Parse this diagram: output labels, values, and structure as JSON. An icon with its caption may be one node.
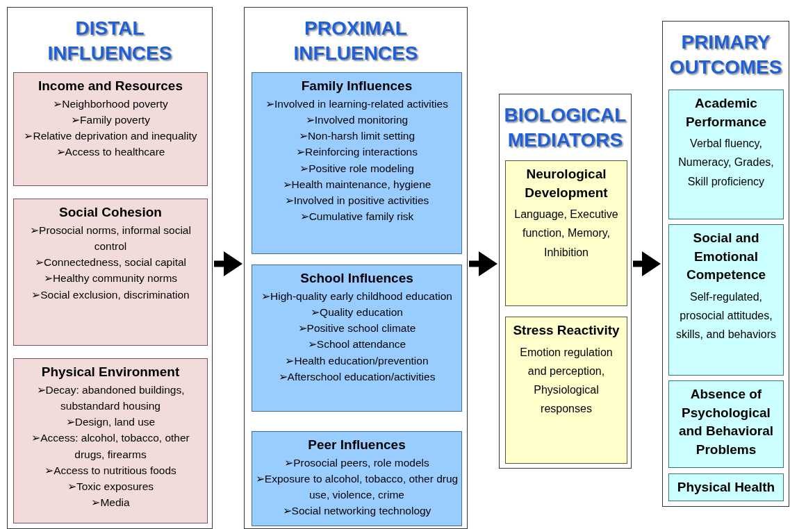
{
  "diagram": {
    "nodes": [
      {
        "text": [
          "DISTAL INFLUENCES"
        ]
      },
      {
        "text": [
          "Income and Resources",
          "➢Neighborhood poverty",
          "➢Family poverty",
          "➢Relative deprivation and inequality",
          "➢Access to healthcare"
        ],
        "in": 0
      },
      {
        "text": [
          "Social Cohesion",
          "➢Prosocial norms, informal social control",
          "➢Connectedness, social capital",
          "➢Healthy community norms",
          "➢Social exclusion, discrimination"
        ],
        "in": 0
      },
      {
        "text": [
          "Physical Environment",
          "➢Decay: abandoned buildings, substandard housing",
          "➢Design, land use",
          "➢Access: alcohol, tobacco, other drugs, firearms",
          "➢Access to nutritious foods",
          "➢Toxic exposures",
          "➢Media"
        ],
        "in": 0
      },
      {
        "text": [
          "PROXIMAL INFLUENCES"
        ]
      },
      {
        "text": [
          "Family Influences",
          "➢Involved in learning-related activities",
          "➢Involved monitoring",
          "➢Non-harsh limit setting",
          "➢Reinforcing interactions",
          "➢Positive role modeling",
          "➢Health maintenance, hygiene",
          "➢Involved in positive activities",
          "➢Cumulative family risk"
        ],
        "in": 4
      },
      {
        "text": [
          "School Influences",
          "➢High-quality early childhood education",
          "➢Quality education",
          "➢Positive school climate",
          "➢School attendance",
          "➢Health education/prevention",
          "➢Afterschool education/activities"
        ],
        "in": 4
      },
      {
        "text": [
          "Peer Influences",
          "➢Prosocial peers, role models",
          "➢Exposure to alcohol, tobacco, other drug use, violence, crime",
          "➢Social networking technology"
        ],
        "in": 4
      },
      {
        "text": [
          "BIOLOGICAL MEDIATORS"
        ]
      },
      {
        "text": [
          "Neurological Development",
          "Language, Executive function, Memory, Inhibition"
        ],
        "in": 8
      },
      {
        "text": [
          "Stress Reactivity",
          "Emotion regulation and perception, Physiological responses"
        ],
        "in": 8
      },
      {
        "text": [
          "PRIMARY OUTCOMES"
        ]
      },
      {
        "text": [
          "Academic Performance",
          "Verbal fluency, Numeracy, Grades, Skill proficiency"
        ],
        "in": 11
      },
      {
        "text": [
          "Social and Emotional Competence",
          "Self-regulated, prosocial attitudes, skills, and behaviors"
        ],
        "in": 11
      },
      {
        "text": [
          "Absence of Psychological and Behavioral Problems"
        ],
        "in": 11
      },
      {
        "text": [
          "Physical Health"
        ],
        "in": 11
      }
    ],
    "edges": [
      {
        "from": 0,
        "to": 4,
        "arrow": "to"
      },
      {
        "from": 4,
        "to": 8,
        "arrow": "to"
      },
      {
        "from": 8,
        "to": 11,
        "arrow": "to"
      }
    ]
  }
}
